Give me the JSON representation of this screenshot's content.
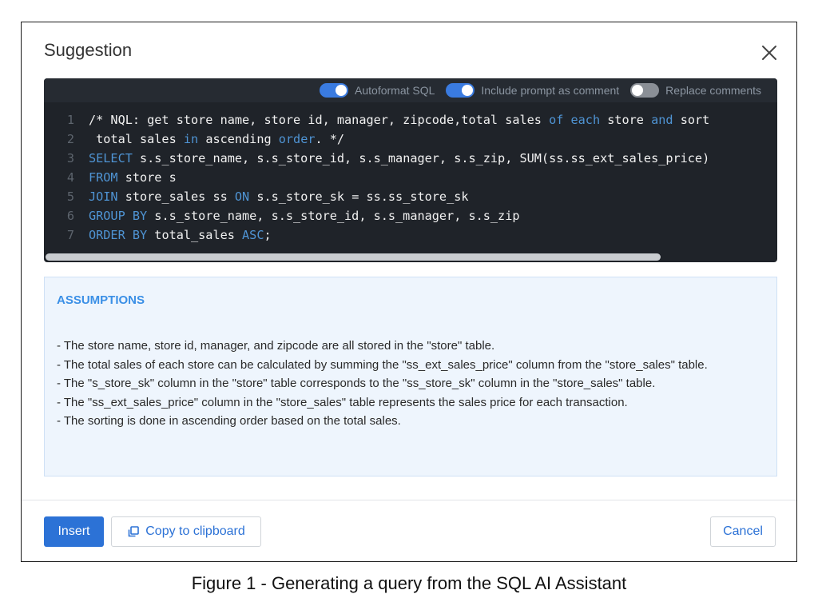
{
  "dialog": {
    "title": "Suggestion",
    "close_icon": "close-icon"
  },
  "toolbar": {
    "toggles": [
      {
        "label": "Autoformat SQL",
        "on": true
      },
      {
        "label": "Include prompt as comment",
        "on": true
      },
      {
        "label": "Replace comments",
        "on": false
      }
    ]
  },
  "code": {
    "lines": [
      {
        "num": "1",
        "tokens": [
          {
            "t": "/* NQL: get store name, store id, manager, zipcode,total sales ",
            "k": false
          },
          {
            "t": "of",
            "k": true
          },
          {
            "t": " ",
            "k": false
          },
          {
            "t": "each",
            "k": true
          },
          {
            "t": " store ",
            "k": false
          },
          {
            "t": "and",
            "k": true
          },
          {
            "t": " sort",
            "k": false
          }
        ]
      },
      {
        "num": "2",
        "tokens": [
          {
            "t": " total sales ",
            "k": false
          },
          {
            "t": "in",
            "k": true
          },
          {
            "t": " ascending ",
            "k": false
          },
          {
            "t": "order",
            "k": true
          },
          {
            "t": ". */",
            "k": false
          }
        ]
      },
      {
        "num": "3",
        "tokens": [
          {
            "t": "SELECT",
            "k": true
          },
          {
            "t": " s.s_store_name, s.s_store_id, s.s_manager, s.s_zip, SUM(ss.ss_ext_sales_price)",
            "k": false
          }
        ]
      },
      {
        "num": "4",
        "tokens": [
          {
            "t": "FROM",
            "k": true
          },
          {
            "t": " store s",
            "k": false
          }
        ]
      },
      {
        "num": "5",
        "tokens": [
          {
            "t": "JOIN",
            "k": true
          },
          {
            "t": " store_sales ss ",
            "k": false
          },
          {
            "t": "ON",
            "k": true
          },
          {
            "t": " s.s_store_sk = ss.ss_store_sk",
            "k": false
          }
        ]
      },
      {
        "num": "6",
        "tokens": [
          {
            "t": "GROUP BY",
            "k": true
          },
          {
            "t": " s.s_store_name, s.s_store_id, s.s_manager, s.s_zip",
            "k": false
          }
        ]
      },
      {
        "num": "7",
        "tokens": [
          {
            "t": "ORDER BY",
            "k": true
          },
          {
            "t": " total_sales ",
            "k": false
          },
          {
            "t": "ASC",
            "k": true
          },
          {
            "t": ";",
            "k": false
          }
        ]
      }
    ]
  },
  "assumptions": {
    "heading": "ASSUMPTIONS",
    "items": [
      "- The store name, store id, manager, and zipcode are all stored in the \"store\" table.",
      "- The total sales of each store can be calculated by summing the \"ss_ext_sales_price\" column from the \"store_sales\" table.",
      "- The \"s_store_sk\" column in the \"store\" table corresponds to the \"ss_store_sk\" column in the \"store_sales\" table.",
      "- The \"ss_ext_sales_price\" column in the \"store_sales\" table represents the sales price for each transaction.",
      "- The sorting is done in ascending order based on the total sales."
    ]
  },
  "footer": {
    "insert_label": "Insert",
    "copy_label": "Copy to clipboard",
    "copy_icon": "copy-icon",
    "cancel_label": "Cancel"
  },
  "caption": "Figure 1 - Generating a query from the SQL AI Assistant",
  "colors": {
    "accent": "#2c72d6",
    "code_bg": "#1f2329",
    "keyword": "#4f94d4",
    "assumptions_bg": "#eef5fd",
    "assumptions_heading": "#3a8fe6"
  }
}
